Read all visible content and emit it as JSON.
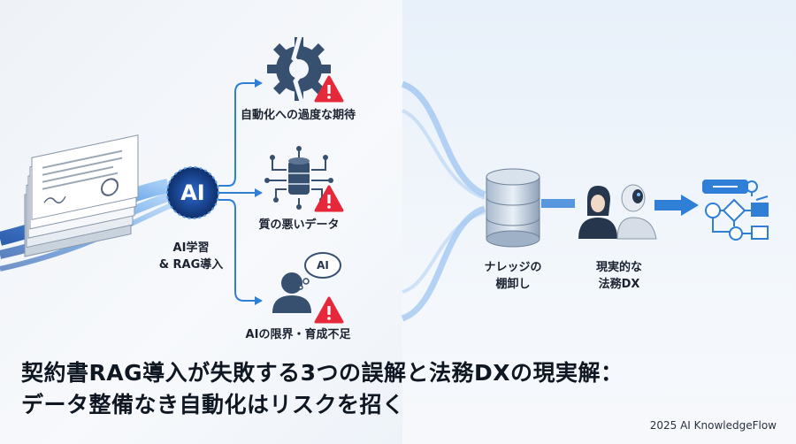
{
  "ai_badge": "AI",
  "source_label": [
    "AI学習",
    "& RAG導入"
  ],
  "mistakes": [
    {
      "label": "自動化への過度な期待",
      "icon": "broken-gear-icon"
    },
    {
      "label": "質の悪いデータ",
      "icon": "database-circuit-icon"
    },
    {
      "label": "AIの限界・育成不足",
      "icon": "person-thinking-icon"
    }
  ],
  "thought_bubble": "AI",
  "knowledge_label": [
    "ナレッジの",
    "棚卸し"
  ],
  "dx_label": [
    "現実的な",
    "法務DX"
  ],
  "title": [
    "契約書RAG導入が失敗する3つの誤解と法務DXの現実解：",
    "データ整備なき自動化はリスクを招く"
  ],
  "footer": "2025 AI KnowledgeFlow",
  "colors": {
    "accent": "#2f7fd6",
    "warning": "#e5293a",
    "dark": "#26364d"
  }
}
